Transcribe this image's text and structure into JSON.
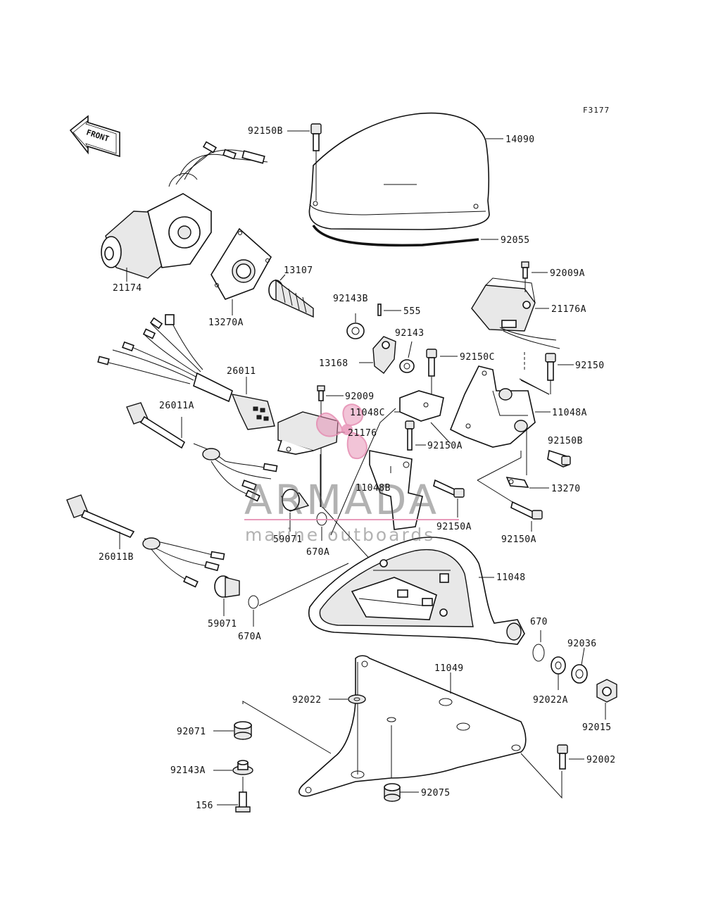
{
  "figure_code": "F3177",
  "direction_label": "FRONT",
  "watermark": {
    "brand": "ARMADA",
    "tagline": "marine outboards",
    "accent_color": "#e58ab0"
  },
  "callouts": {
    "p14090": "14090",
    "p92150B_top": "92150B",
    "p92055": "92055",
    "p21174": "21174",
    "p13107": "13107",
    "p13270A": "13270A",
    "p92009A": "92009A",
    "p21176A": "21176A",
    "p92143B": "92143B",
    "p555": "555",
    "p92143": "92143",
    "p13168": "13168",
    "p92150C": "92150C",
    "p92150": "92150",
    "p26011": "26011",
    "p92009": "92009",
    "p11048C": "11048C",
    "p11048A": "11048A",
    "p26011A": "26011A",
    "p21176": "21176",
    "p92150A_mid": "92150A",
    "p92150B_right": "92150B",
    "p11048B": "11048B",
    "p13270": "13270",
    "p92150A_low": "92150A",
    "p92150A_right": "92150A",
    "p59071_upper": "59071",
    "p670A_upper": "670A",
    "p26011B": "26011B",
    "p11048": "11048",
    "p59071_lower": "59071",
    "p670A_lower": "670A",
    "p670": "670",
    "p92036": "92036",
    "p11049": "11049",
    "p92022": "92022",
    "p92022A": "92022A",
    "p92015": "92015",
    "p92071": "92071",
    "p92002": "92002",
    "p92143A": "92143A",
    "p92075": "92075",
    "p156": "156"
  }
}
